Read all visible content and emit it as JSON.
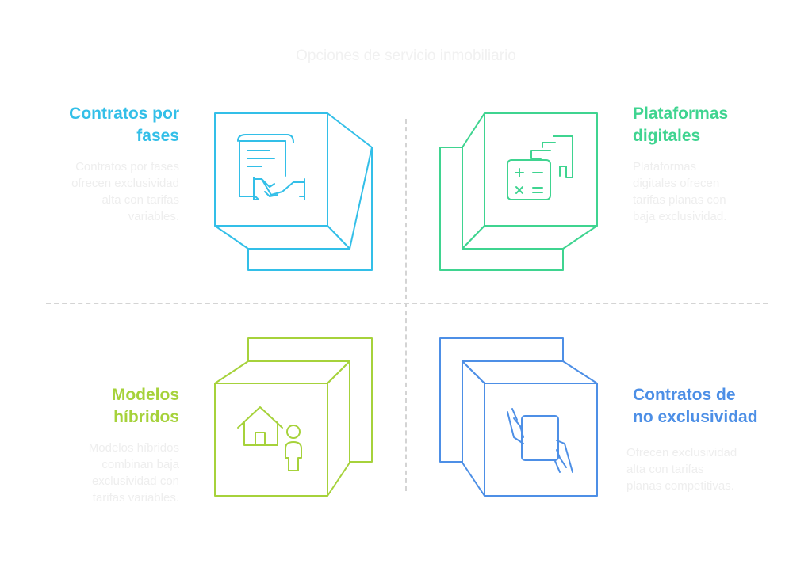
{
  "title": "Opciones de servicio inmobiliario",
  "quadrants": {
    "top_left": {
      "heading_line1": "Contratos por",
      "heading_line2": "fases",
      "desc": [
        "Contratos por fases",
        "ofrecen exclusividad",
        "alta con tarifas",
        "variables."
      ],
      "color": "#33bfe8",
      "icon": "contract-handshake-icon"
    },
    "top_right": {
      "heading_line1": "Plataformas",
      "heading_line2": "digitales",
      "desc": [
        "Plataformas",
        "digitales ofrecen",
        "tarifas planas con",
        "baja exclusividad."
      ],
      "color": "#3fd490",
      "icon": "calculator-documents-icon"
    },
    "bottom_left": {
      "heading_line1": "Modelos",
      "heading_line2": "híbridos",
      "desc": [
        "Modelos híbridos",
        "combinan baja",
        "exclusividad con",
        "tarifas variables."
      ],
      "color": "#a6d23b",
      "icon": "house-person-icon"
    },
    "bottom_right": {
      "heading_line1": "Contratos de",
      "heading_line2": "no exclusividad",
      "desc": [
        "Ofrecen exclusividad",
        "alta con tarifas",
        "planas competitivas."
      ],
      "color": "#4d8fe6",
      "icon": "hands-document-icon"
    }
  }
}
